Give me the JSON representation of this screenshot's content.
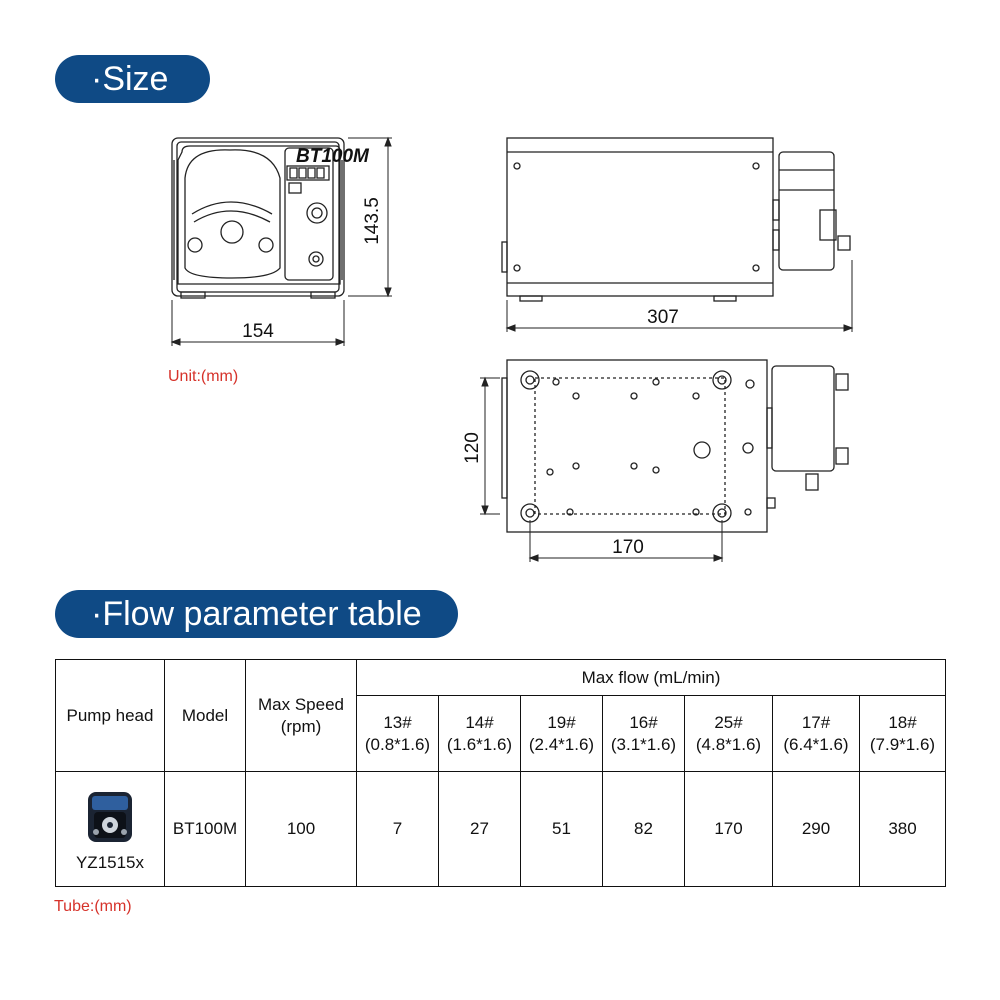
{
  "sections": {
    "size_title": "·Size",
    "flow_title": "·Flow parameter table"
  },
  "dimensions": {
    "front_width": "154",
    "front_height": "143.5",
    "side_length": "307",
    "bottom_depth": "120",
    "bottom_hole_spacing": "170",
    "unit_note": "Unit:(mm)",
    "display_label": "BT100M"
  },
  "table": {
    "headers": {
      "pump_head": "Pump head",
      "model": "Model",
      "max_speed": "Max Speed",
      "max_speed_unit": "(rpm)",
      "max_flow": "Max flow (mL/min)"
    },
    "tubes": [
      {
        "name": "13#",
        "size": "(0.8*1.6)"
      },
      {
        "name": "14#",
        "size": "(1.6*1.6)"
      },
      {
        "name": "19#",
        "size": "(2.4*1.6)"
      },
      {
        "name": "16#",
        "size": "(3.1*1.6)"
      },
      {
        "name": "25#",
        "size": "(4.8*1.6)"
      },
      {
        "name": "17#",
        "size": "(6.4*1.6)"
      },
      {
        "name": "18#",
        "size": "(7.9*1.6)"
      }
    ],
    "row": {
      "pump_head_name": "YZ1515x",
      "model": "BT100M",
      "max_speed": "100",
      "flows": [
        "7",
        "27",
        "51",
        "82",
        "170",
        "290",
        "380"
      ]
    },
    "tube_note": "Tube:(mm)"
  }
}
